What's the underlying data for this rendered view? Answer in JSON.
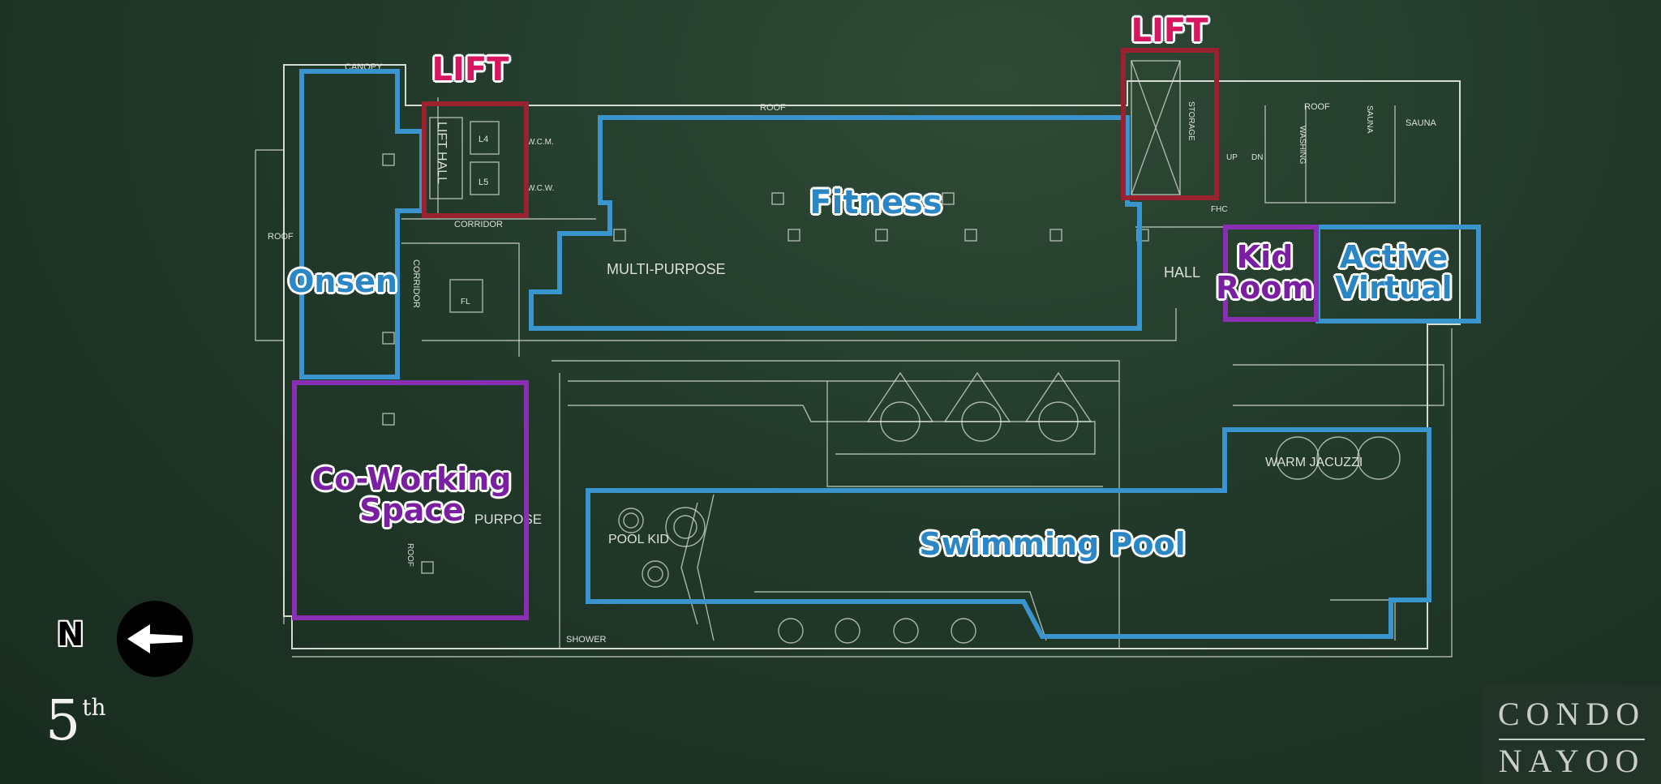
{
  "zones": {
    "onsen": "Onsen",
    "fitness": "Fitness",
    "kid_room": "Kid\nRoom",
    "active_virtual": "Active\nVirtual",
    "co_working": "Co-Working\nSpace",
    "swimming_pool": "Swimming Pool",
    "lift_left": "LIFT",
    "lift_right": "LIFT"
  },
  "plan_labels": {
    "canopy": "CANOPY",
    "roof_top": "ROOF",
    "roof_right": "ROOF",
    "roof_left": "ROOF",
    "corridor": "CORRIDOR",
    "corridor_v": "CORRIDOR",
    "lift_hall": "LIFT HALL",
    "l4": "L4",
    "l5": "L5",
    "wcm": "W.C.M.",
    "wcw": "W.C.W.",
    "multi_purpose": "MULTI-PURPOSE",
    "hall": "HALL",
    "storage": "STORAGE",
    "sauna": "SAUNA",
    "sauna2": "SAUNA",
    "washing": "WASHING",
    "up": "UP",
    "dn": "DN",
    "fhc": "FHC",
    "fl": "FL",
    "warm_jacuzzi": "WARM JACUZZI",
    "pool_kid": "POOL KID",
    "shower": "SHOWER",
    "purpose": "PURPOSE",
    "roof_small": "ROOF"
  },
  "compass": {
    "label": "N",
    "direction": "left-arrow"
  },
  "floor": {
    "number": "5",
    "suffix": "th"
  },
  "brand": {
    "line1": "CONDO",
    "line2": "NAYOO"
  },
  "colors": {
    "background": "#1f3626",
    "blue_zone": "#3a95cf",
    "purple_zone": "#8a2fb3",
    "lift_zone": "#9a2230",
    "lift_text": "#d6175f",
    "blue_text": "#2a86c4",
    "purple_text": "#7a1fa2"
  }
}
